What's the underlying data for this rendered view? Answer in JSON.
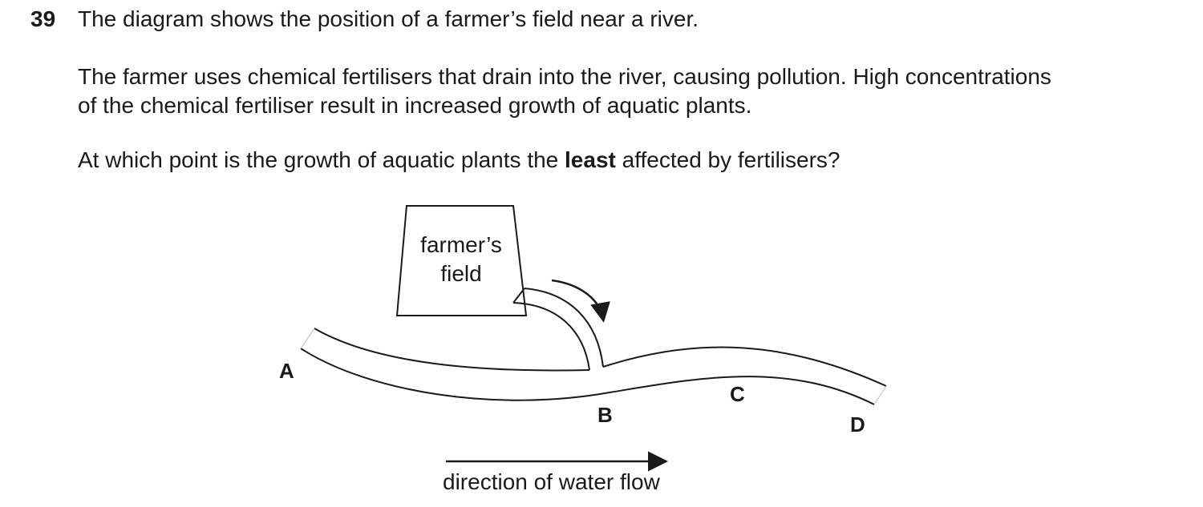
{
  "question": {
    "number": "39",
    "intro": "The diagram shows the position of a farmer’s field near a river.",
    "paragraph_line1": "The farmer uses chemical fertilisers that drain into the river, causing pollution. High concentrations",
    "paragraph_line2": "of the chemical fertiliser result in increased growth of aquatic plants.",
    "prompt_before": "At which point is the growth of aquatic plants the ",
    "prompt_bold": "least",
    "prompt_after": " affected by fertilisers?"
  },
  "diagram": {
    "field_label_line1": "farmer’s",
    "field_label_line2": "field",
    "points": [
      "A",
      "B",
      "C",
      "D"
    ],
    "flow_label": "direction of water flow"
  }
}
